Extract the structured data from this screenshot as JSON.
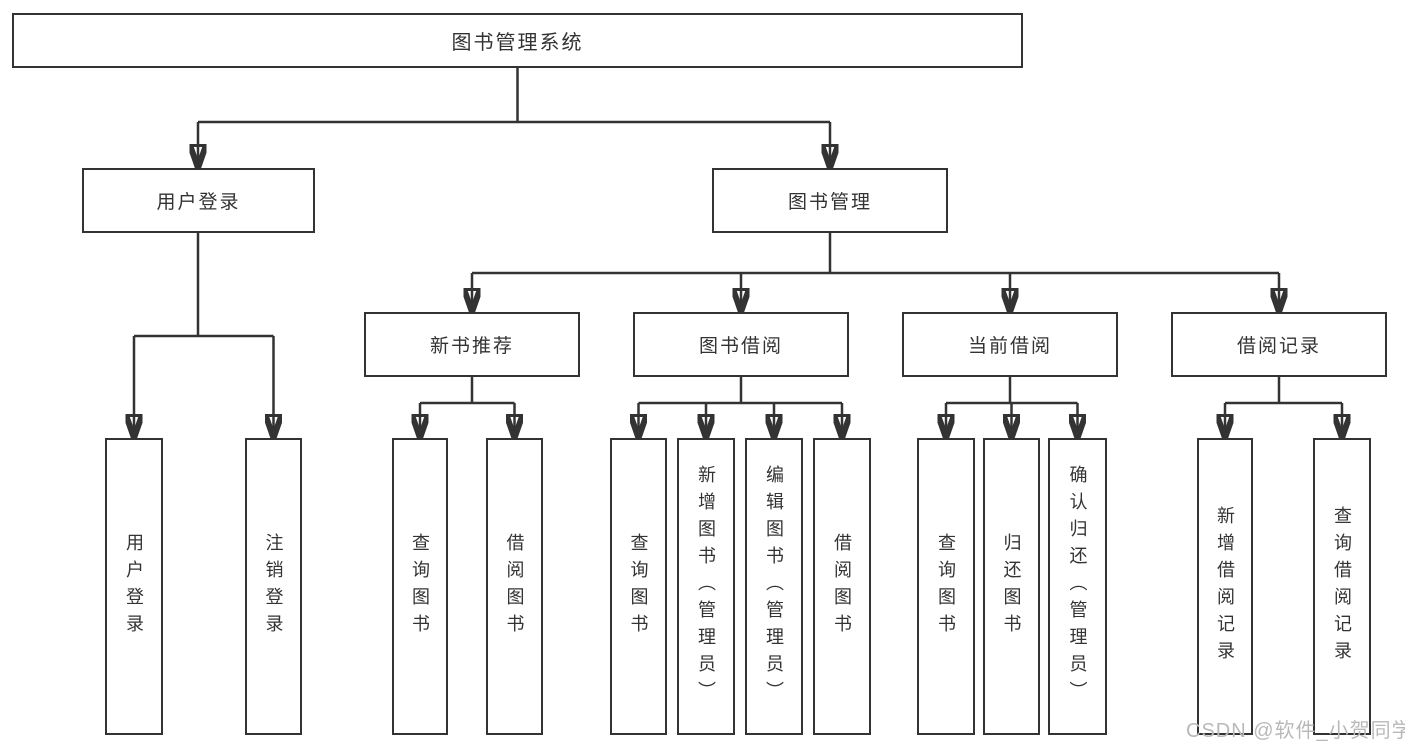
{
  "diagram": {
    "root": {
      "label": "图书管理系统"
    },
    "children": [
      {
        "label": "用户登录",
        "children": [
          {
            "label": "用户登录"
          },
          {
            "label": "注销登录"
          }
        ]
      },
      {
        "label": "图书管理",
        "children": [
          {
            "label": "新书推荐",
            "children": [
              {
                "label": "查询图书"
              },
              {
                "label": "借阅图书"
              }
            ]
          },
          {
            "label": "图书借阅",
            "children": [
              {
                "label": "查询图书"
              },
              {
                "label": "新增图书（管理员）"
              },
              {
                "label": "编辑图书（管理员）"
              },
              {
                "label": "借阅图书"
              }
            ]
          },
          {
            "label": "当前借阅",
            "children": [
              {
                "label": "查询图书"
              },
              {
                "label": "归还图书"
              },
              {
                "label": "确认归还（管理员）"
              }
            ]
          },
          {
            "label": "借阅记录",
            "children": [
              {
                "label": "新增借阅记录"
              },
              {
                "label": "查询借阅记录"
              }
            ]
          }
        ]
      }
    ]
  },
  "watermark": {
    "text": "CSDN @软件_小贺同学"
  },
  "colors": {
    "line": "#333333",
    "text": "#333333",
    "box_fill": "#ffffff",
    "background": "#ffffff",
    "watermark": "#b9b9b9"
  }
}
